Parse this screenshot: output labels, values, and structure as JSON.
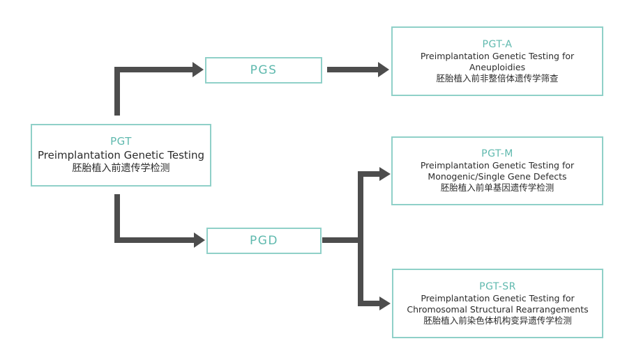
{
  "root": {
    "code": "PGT",
    "name": "Preimplantation Genetic Testing",
    "cn": "胚胎植入前遗传学检测"
  },
  "branches": [
    {
      "code": "PGS"
    },
    {
      "code": "PGD"
    }
  ],
  "leaves": [
    {
      "code": "PGT-A",
      "name_line1": "Preimplantation Genetic Testing for",
      "name_line2": "Aneuploidies",
      "cn": "胚胎植入前非整倍体遗传学筛查"
    },
    {
      "code": "PGT-M",
      "name_line1": "Preimplantation Genetic Testing for",
      "name_line2": "Monogenic/Single Gene Defects",
      "cn": "胚胎植入前单基因遗传学检测"
    },
    {
      "code": "PGT-SR",
      "name_line1": "Preimplantation Genetic Testing for",
      "name_line2": "Chromosomal Structural Rearrangements",
      "cn": "胚胎植入前染色体机构变异遗传学检测"
    }
  ],
  "colors": {
    "box_border": "#8fd0c8",
    "code_text": "#5fb9ae",
    "body_text": "#2b2b2b",
    "arrow": "#4d4d4d"
  }
}
